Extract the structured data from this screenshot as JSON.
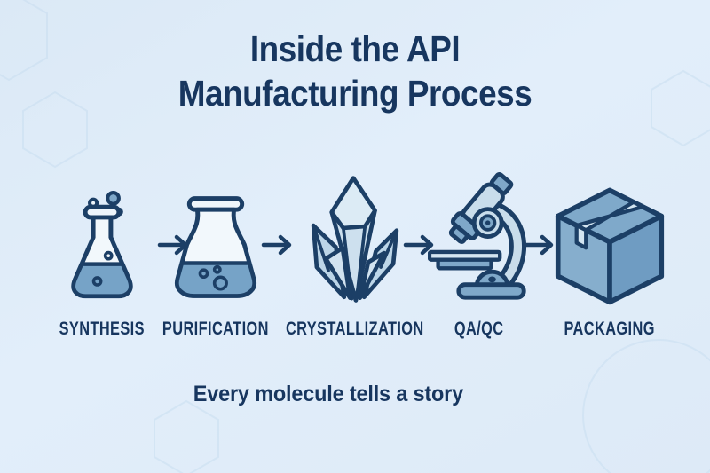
{
  "title": {
    "line1": "Inside the API",
    "line2": "Manufacturing Process"
  },
  "steps": [
    {
      "label": "SYNTHESIS",
      "icon": "erlenmeyer-flask-bubbles-icon"
    },
    {
      "label": "PURIFICATION",
      "icon": "conical-flask-liquid-icon"
    },
    {
      "label": "CRYSTALLIZATION",
      "icon": "crystal-cluster-icon"
    },
    {
      "label": "QA/QC",
      "icon": "microscope-icon"
    },
    {
      "label": "PACKAGING",
      "icon": "shipping-box-icon"
    }
  ],
  "tagline": "Every molecule tells a story",
  "colors": {
    "background": "#dfecf8",
    "outline_navy": "#1c3f66",
    "text_navy": "#17365f",
    "mid_blue": "#7fa8c9",
    "light_blue": "#c9ddeb",
    "pale_blue": "#f2f8fc",
    "tape_blue": "#d3e5f1"
  }
}
